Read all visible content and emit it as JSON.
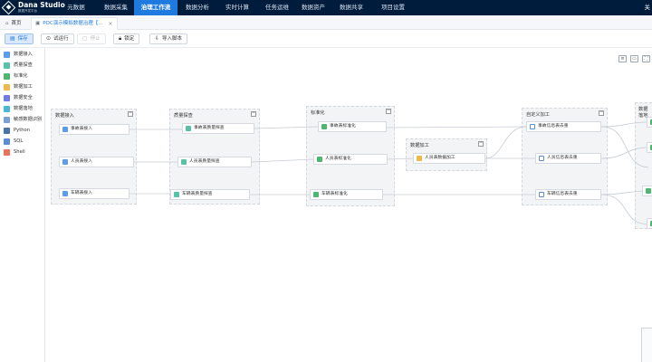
{
  "app": {
    "logo_title": "Dana Studio",
    "logo_subtitle": "数据开发平台"
  },
  "topnav": {
    "items": [
      {
        "label": "元数据"
      },
      {
        "label": "数据采集"
      },
      {
        "label": "治理工作流",
        "active": true
      },
      {
        "label": "数据分析"
      },
      {
        "label": "实时计算"
      },
      {
        "label": "任务运维"
      },
      {
        "label": "数据资产"
      },
      {
        "label": "数据共享"
      },
      {
        "label": "项目设置"
      }
    ],
    "right_label": "关"
  },
  "tabs": [
    {
      "label": "首页"
    },
    {
      "label": "POC演示模拟数据治理【...",
      "active": true
    }
  ],
  "toolbar": {
    "save_label": "保存",
    "trial_label": "试运行",
    "stop_label": "停止",
    "lock_label": "锁定",
    "import_label": "导入脚本"
  },
  "sidebar": {
    "items": [
      {
        "label": "数据接入",
        "color": "#5b9bf0"
      },
      {
        "label": "质量探查",
        "color": "#58c2a8"
      },
      {
        "label": "标准化",
        "color": "#4cb86f"
      },
      {
        "label": "数据加工",
        "color": "#f0b84a"
      },
      {
        "label": "数据安全",
        "color": "#6f7ce8"
      },
      {
        "label": "数据落地",
        "color": "#4ab7d8"
      },
      {
        "label": "敏感数据识别",
        "color": "#7aa0d6"
      },
      {
        "label": "Python",
        "color": "#4a73a8"
      },
      {
        "label": "SQL",
        "color": "#5a8ed0"
      },
      {
        "label": "Shell",
        "color": "#e8735a"
      }
    ]
  },
  "canvas": {
    "groups": [
      {
        "title": "数据接入"
      },
      {
        "title": "质量探查"
      },
      {
        "title": "标准化"
      },
      {
        "title": "数据加工"
      },
      {
        "title": "自定义加工"
      },
      {
        "title": "数据落地"
      }
    ],
    "nodes": [
      {
        "label": "事故表接入"
      },
      {
        "label": "人员表接入"
      },
      {
        "label": "车辆表接入"
      },
      {
        "label": "事故表质量探查"
      },
      {
        "label": "人员表质量探查"
      },
      {
        "label": "车辆表质量探查"
      },
      {
        "label": "事故表标准化"
      },
      {
        "label": "人员表标准化"
      },
      {
        "label": "车辆表标准化"
      },
      {
        "label": "人员表数据加工"
      },
      {
        "label": "事故信息表去重"
      },
      {
        "label": "人员信息表去重"
      },
      {
        "label": "车辆信息表去重"
      }
    ]
  },
  "colors": {
    "nav_bg": "#001c3d",
    "accent": "#1f7ae0"
  }
}
